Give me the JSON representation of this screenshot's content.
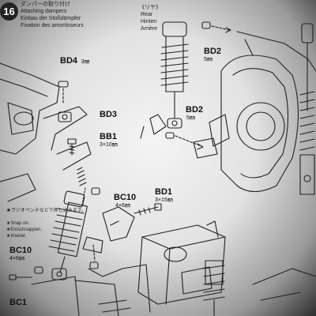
{
  "step": {
    "number": "16",
    "titles": [
      "ダンパーの取り付け",
      "Attaching dampers",
      "Einbau der Stoßdämpfer",
      "Fixation des amortisseurs"
    ]
  },
  "rear_header": [
    "《リヤ》",
    "Rear",
    "Hinten",
    "Arrière"
  ],
  "parts": {
    "bd4": {
      "label": "BD4",
      "size": "3㎜"
    },
    "bd3": {
      "label": "BD3"
    },
    "bb1": {
      "label": "BB1",
      "size": "3×10㎜"
    },
    "bd2_top": {
      "label": "BD2",
      "size": "5㎜"
    },
    "bd2_mid": {
      "label": "BD2",
      "size": "5㎜"
    },
    "bc10": {
      "label": "BC10",
      "size": "4×6㎜"
    },
    "bd1": {
      "label": "BD1",
      "size": "3×15㎜"
    },
    "bc10_left": {
      "label": "BC10",
      "size": "4×6㎜"
    },
    "bc1": {
      "label": "BC1"
    }
  },
  "note": [
    "★ラジオペンチなどで押し込みます。",
    "★Snap on.",
    "★Einschnappen.",
    "★Insérer."
  ]
}
